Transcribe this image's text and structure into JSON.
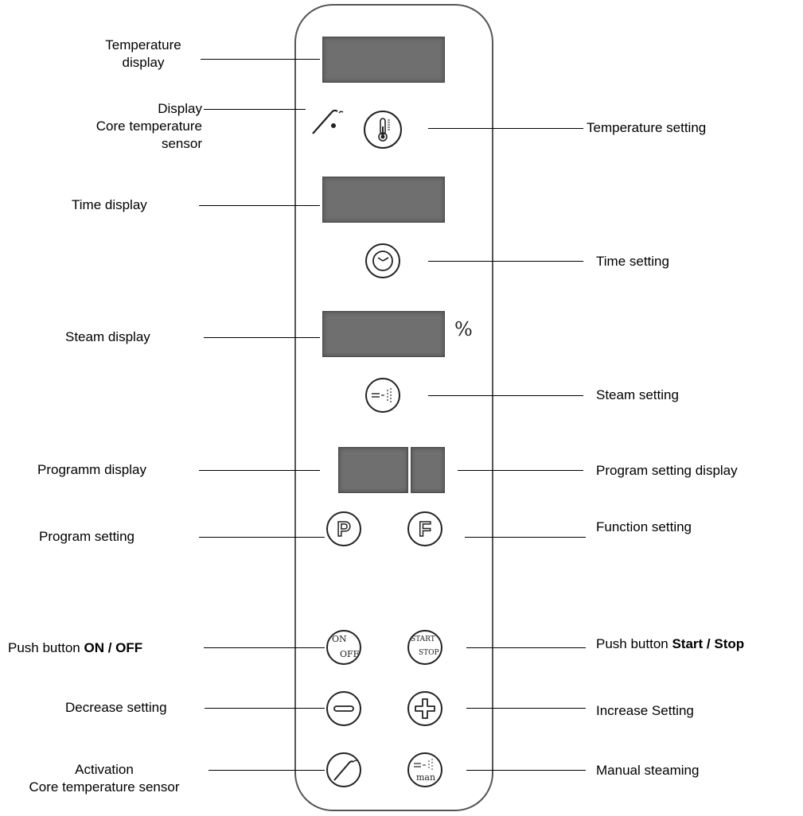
{
  "labels_left": {
    "temperature_display": "Temperature\ndisplay",
    "display_core_sensor": "Display\nCore temperature\nsensor",
    "time_display": "Time display",
    "steam_display": "Steam display",
    "programm_display": "Programm display",
    "program_setting": "Program setting",
    "push_button_on_off_prefix": "Push button ",
    "push_button_on_off_bold": "ON / OFF",
    "decrease_setting": "Decrease setting",
    "activation_core_sensor": "Activation\nCore temperature sensor"
  },
  "labels_right": {
    "temperature_setting": "Temperature setting",
    "time_setting": "Time setting",
    "steam_setting": "Steam setting",
    "program_setting_display": "Program setting display",
    "function_setting": "Function setting",
    "push_button_start_stop_prefix": "Push button ",
    "push_button_start_stop_bold": "Start / Stop",
    "increase_setting": "Increase Setting",
    "manual_steaming": "Manual steaming"
  },
  "panel": {
    "percent_sign": "%",
    "p_key": "P",
    "f_key": "F",
    "on_text": "ON",
    "off_text": "OFF",
    "start_text": "START",
    "stop_text": "STOP",
    "man_text": "man"
  },
  "colors": {
    "display_fill": "#6f6f6f",
    "outline": "#555555",
    "lines": "#000000"
  }
}
